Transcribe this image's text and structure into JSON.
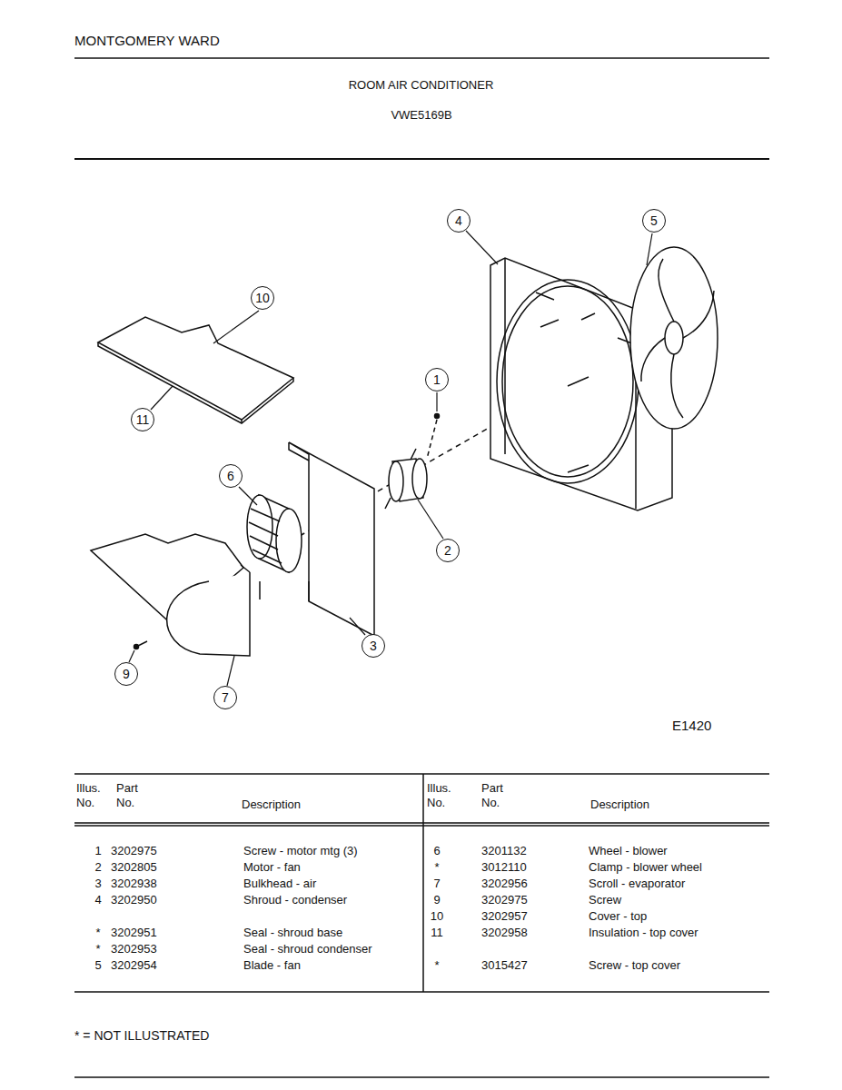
{
  "diagram": {
    "title": "ROOM AIR CONDITIONER",
    "nodes": [
      {
        "text": [
          "4"
        ]
      },
      {
        "text": [
          "5"
        ]
      },
      {
        "text": [
          "10"
        ]
      },
      {
        "text": [
          "1"
        ]
      },
      {
        "text": [
          "11"
        ]
      },
      {
        "text": [
          "6"
        ]
      },
      {
        "text": [
          "2"
        ]
      },
      {
        "text": [
          "3"
        ]
      },
      {
        "text": [
          "9"
        ]
      },
      {
        "text": [
          "7"
        ]
      }
    ],
    "labels": [
      "MONTGOMERY WARD",
      "VWE5169B",
      "E1420",
      "Illus. No.",
      "Part No.",
      "Description",
      "Illus. No.",
      "Part No.",
      "Description",
      "1",
      "3202975",
      "Screw - motor mtg (3)",
      "6",
      "3201132",
      "Wheel - blower",
      "2",
      "3202805",
      "Motor - fan",
      "*",
      "3012110",
      "Clamp - blower wheel",
      "3",
      "3202938",
      "Bulkhead - air",
      "7",
      "3202956",
      "Scroll - evaporator",
      "4",
      "3202950",
      "Shroud - condenser",
      "9",
      "3202975",
      "Screw",
      "10",
      "3202957",
      "Cover - top",
      "*",
      "3202951",
      "Seal - shroud base",
      "11",
      "3202958",
      "Insulation - top cover",
      "*",
      "3202953",
      "Seal - shroud condenser",
      "5",
      "3202954",
      "Blade - fan",
      "*",
      "3015427",
      "Screw - top cover",
      "* = NOT ILLUSTRATED"
    ]
  }
}
